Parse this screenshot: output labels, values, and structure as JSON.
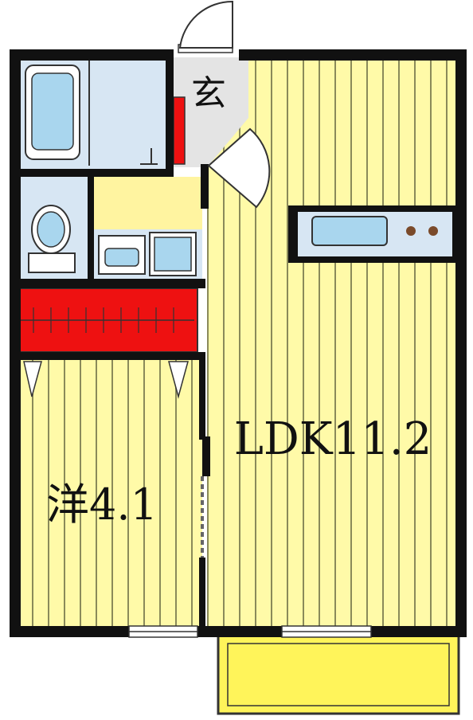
{
  "rooms": {
    "ldk_label": "LDK11.2",
    "western_label": "洋4.1",
    "entrance_label": "玄"
  },
  "colors": {
    "wall": "#111111",
    "floor_yellow": "#fffaa8",
    "floor_stripe": "#8a8a5a",
    "wet_area": "#d7e6f3",
    "fixture_blue": "#a9d6ee",
    "closet_red": "#ee1111",
    "balcony_yellow": "#fff45a",
    "utility_yellow": "#fff4a0",
    "entry_gray": "#e4e4e4",
    "burner": "#7a4a2a"
  },
  "icons": [
    "bathtub-icon",
    "toilet-icon",
    "washbasin-icon",
    "washing-machine-icon",
    "kitchen-sink-icon",
    "stove-burner-icon",
    "door-swing-icon"
  ]
}
